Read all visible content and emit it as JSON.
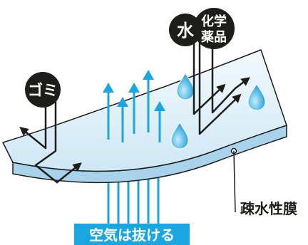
{
  "labels": {
    "dust": "ゴミ",
    "water": "水",
    "chemicals_line1": "化学",
    "chemicals_line2": "薬品",
    "membrane": "疎水性膜",
    "air_passes": "空気は抜ける"
  },
  "colors": {
    "membrane_fill": "#dbeef8",
    "membrane_edge": "#1d1d1b",
    "air_arrow": "#1aa6e0",
    "droplet": "#35a7dc",
    "badge": "#1d1d1b",
    "banner": "#1aa6e0"
  },
  "icons": [
    "dust-badge",
    "water-badge",
    "chemical-badge",
    "water-droplet-icon",
    "deflect-arrow-icon",
    "air-arrow-icon"
  ]
}
